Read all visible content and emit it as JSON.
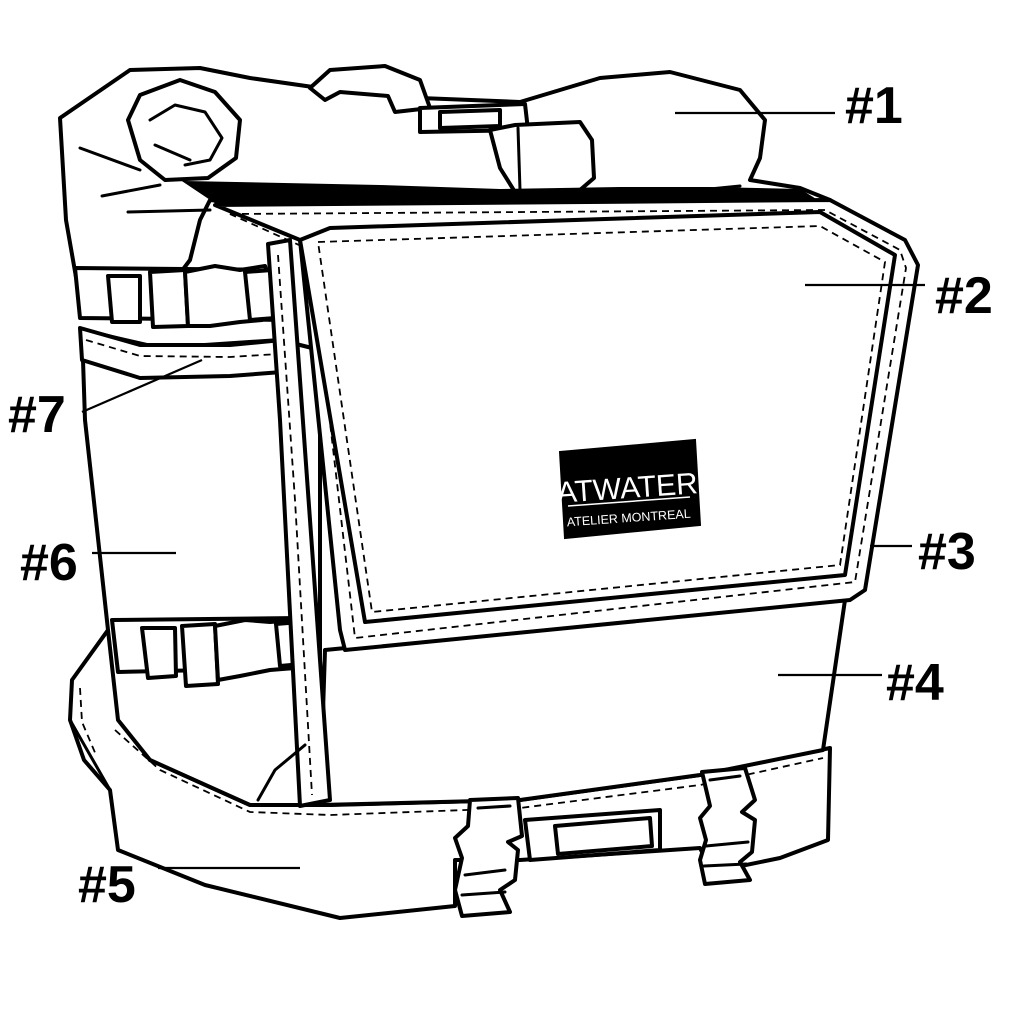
{
  "logo": {
    "brand": "ATWATER",
    "subtitle": "ATELIER MONTREAL"
  },
  "callouts": [
    {
      "id": "c1",
      "label": "#1"
    },
    {
      "id": "c2",
      "label": "#2"
    },
    {
      "id": "c3",
      "label": "#3"
    },
    {
      "id": "c4",
      "label": "#4"
    },
    {
      "id": "c5",
      "label": "#5"
    },
    {
      "id": "c6",
      "label": "#6"
    },
    {
      "id": "c7",
      "label": "#7"
    }
  ]
}
